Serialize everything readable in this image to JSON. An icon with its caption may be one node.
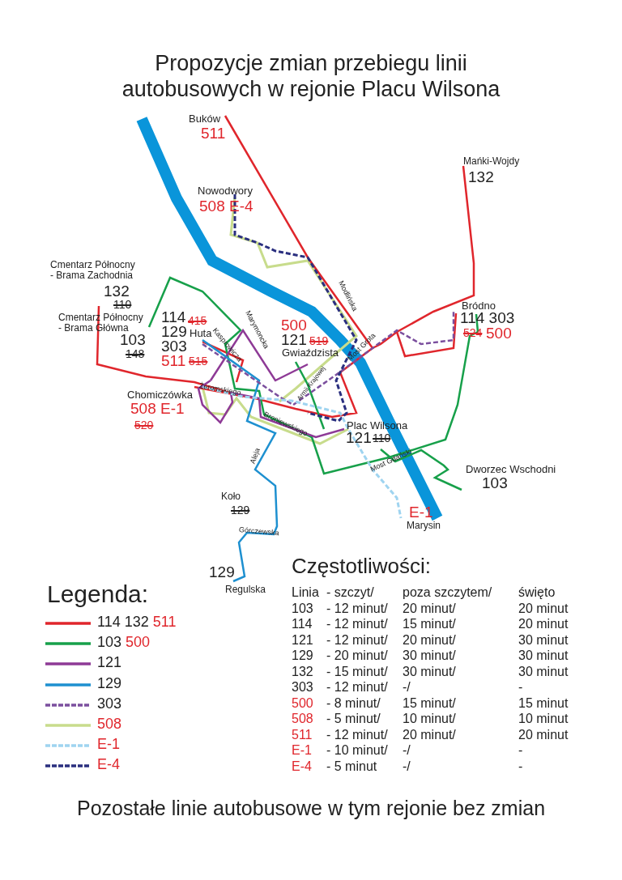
{
  "diagram": {
    "title": "Propozycje zmian przebiegu linii autobusowych w rejonie Placu Wilsona",
    "caption": "Pozostałe linie autobusowe w tym rejonie bez zmian",
    "labels": [
      "Buków",
      "511",
      "Mańki-Wojdy",
      "132",
      "Nowodwory",
      "508 E-4",
      "Cmentarz Północny - Brama Zachodnia",
      "132",
      "110",
      "Cmentarz Północny - Brama Główna",
      "114",
      "415",
      "129",
      "Huta",
      "303",
      "511",
      "515",
      "103",
      "148",
      "500",
      "121",
      "519",
      "Gwiaździsta",
      "Bródno",
      "114 303",
      "524",
      "500",
      "Chomiczówka",
      "508 E-1",
      "520",
      "Plac Wilsona",
      "121",
      "110",
      "Dworzec Wschodni",
      "103",
      "Koło",
      "129",
      "E-1",
      "Marysin",
      "129",
      "Regulska",
      "Modlińska",
      "Kasprowicza",
      "Marymoncka",
      "Żeromskiego",
      "Armii Krajowej",
      "Most Grota",
      "Broniewskiego",
      "Aleja",
      "Most Gdański",
      "Górczewska",
      "Częstotliwości:",
      "Legenda:",
      "Linia",
      "- szczyt/",
      "poza szczytem/",
      "święto",
      "103",
      "- 12 minut/",
      "20 minut/",
      "20 minut",
      "114",
      "- 12 minut/",
      "15 minut/",
      "20 minut",
      "121",
      "- 12 minut/",
      "20 minut/",
      "30 minut",
      "129",
      "- 20 minut/",
      "30 minut/",
      "30 minut",
      "132",
      "- 15 minut/",
      "30 minut/",
      "30 minut",
      "303",
      "- 12 minut/",
      "-/",
      "-",
      "500",
      "- 8 minut/",
      "15 minut/",
      "15 minut",
      "508",
      "- 5 minut/",
      "10 minut/",
      "10 minut",
      "511",
      "- 12 minut/",
      "20 minut/",
      "20 minut",
      "E-1",
      "- 10 minut/",
      "-/",
      "-",
      "E-4",
      "- 5 minut",
      "-/",
      "-"
    ],
    "legend": [
      {
        "text": "114 132 511"
      },
      {
        "text": "103 500"
      },
      {
        "text": "121"
      },
      {
        "text": "129"
      },
      {
        "text": "303"
      },
      {
        "text": "508"
      },
      {
        "text": "E-1"
      },
      {
        "text": "E-4"
      }
    ]
  }
}
